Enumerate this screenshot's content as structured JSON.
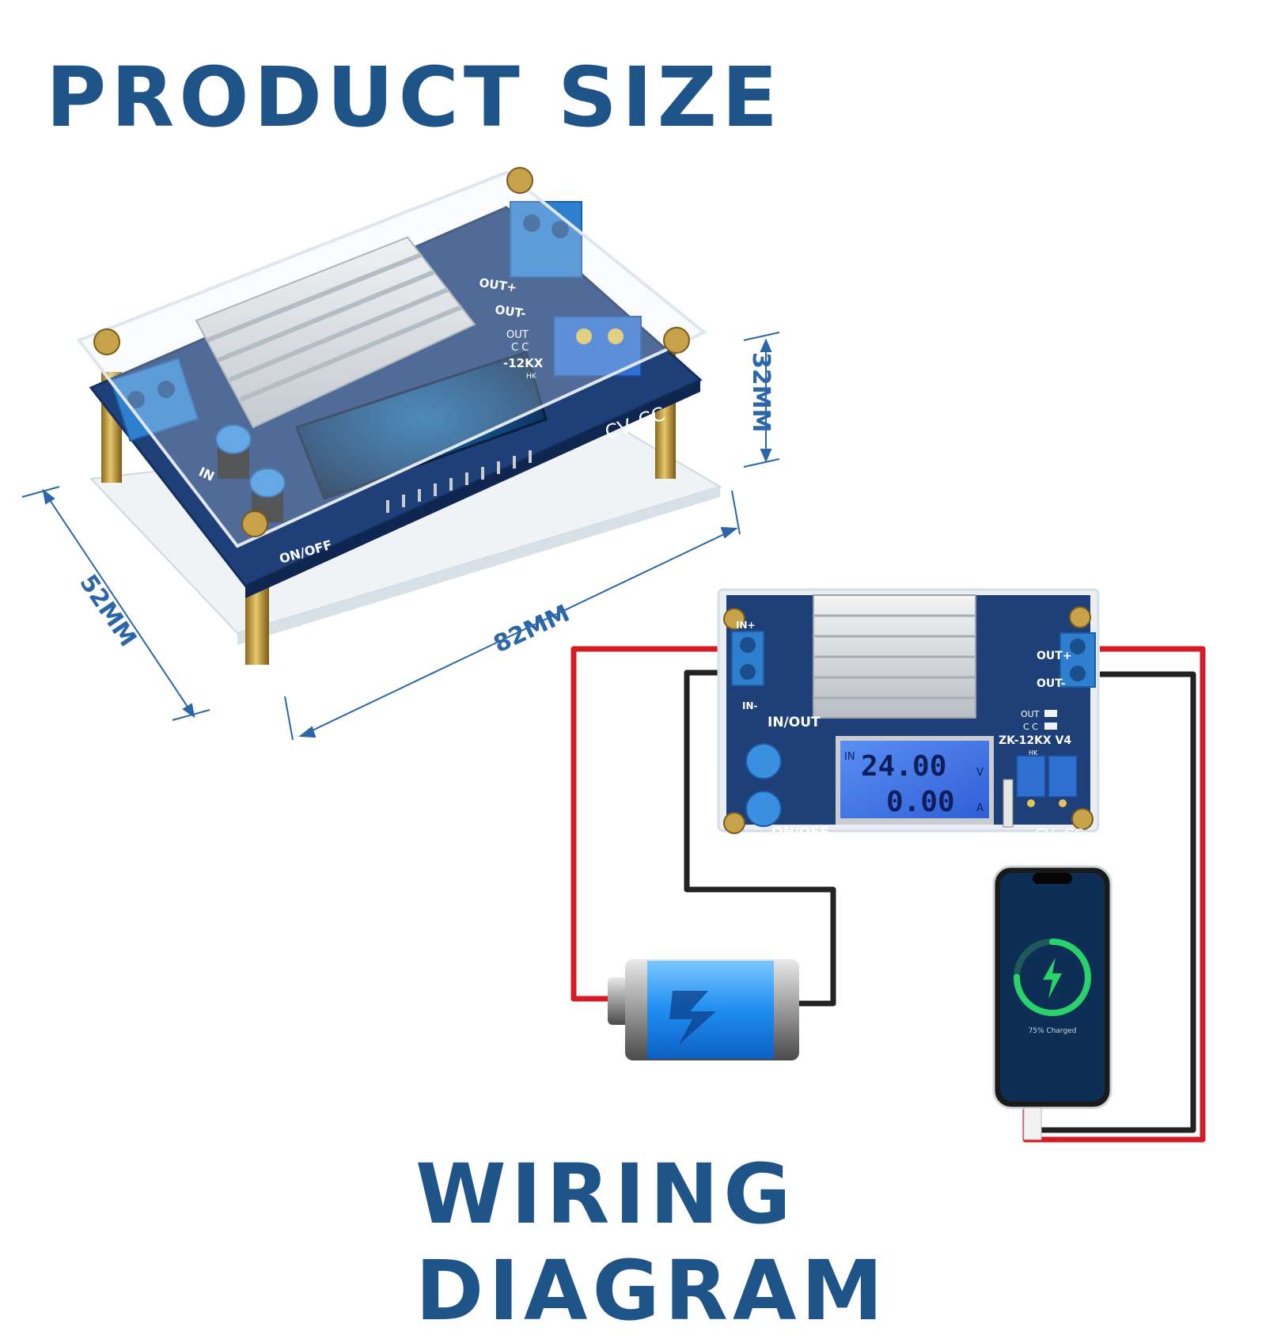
{
  "titles": {
    "product_size": "PRODUCT SIZE",
    "wiring_diagram": "WIRING DIAGRAM"
  },
  "dimensions": {
    "height": "32MM",
    "depth": "52MM",
    "width": "82MM"
  },
  "board": {
    "model": "ZK-12KX V4",
    "model_partial": "-12KX",
    "hk_mark": "HK",
    "in_plus": "IN+",
    "in_minus": "IN-",
    "in_partial": "IN",
    "out_plus": "OUT+",
    "out_minus": "OUT-",
    "out_led": "OUT",
    "cc_led": "C C",
    "in_out_button": "IN/OUT",
    "on_off_button": "ON/OFF",
    "cv": "CV",
    "cc": "CC"
  },
  "lcd": {
    "mode": "IN",
    "voltage": "24.00",
    "voltage_unit": "V",
    "current": "0.00",
    "current_unit": "A"
  },
  "phone": {
    "charge_status": "75% Charged",
    "charge_level": 0.75
  },
  "colors": {
    "title_blue": "#1f5488",
    "dimension_blue": "#2b66a8",
    "board_blue": "#1e3f78",
    "lcd_blue": "#3d74e6",
    "terminal_blue": "#2f7fd0",
    "wire_red": "#d41c24",
    "wire_black": "#222222",
    "charge_green": "#29d26a"
  },
  "icons": {
    "battery": "battery-icon",
    "lightning": "lightning-bolt-icon",
    "phone": "smartphone-icon"
  }
}
